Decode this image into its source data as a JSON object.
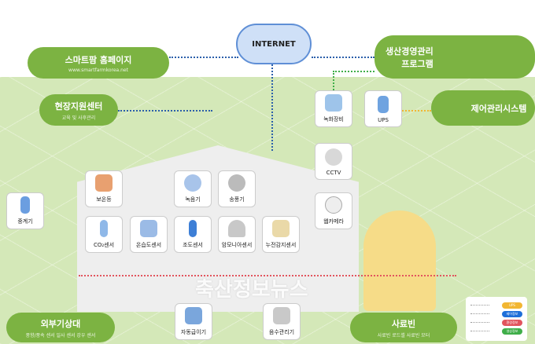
{
  "cloud": {
    "label": "INTERNET"
  },
  "nodes": {
    "homepage": {
      "title": "스마트팜 홈페이지",
      "sub": "www.smartfarmkorea.net"
    },
    "support": {
      "title": "현장지원센터",
      "sub": "교육 및 사후관리"
    },
    "production": {
      "title": "생산경영관리\n프로그램"
    },
    "control": {
      "title": "제어관리시스템"
    },
    "weather": {
      "title": "외부기상대",
      "sub": "풍향/풍속 센서   일사 센서   강우 센서"
    },
    "feedbin": {
      "title": "사료빈",
      "sub": "사료빈 로드셀    사료빈 모터"
    }
  },
  "devices": [
    "보온등",
    "녹음기",
    "송풍기",
    "CO₂센서",
    "온습도센서",
    "조도센서",
    "암모니아센서",
    "누전감지센서",
    "중계기",
    "녹화장비",
    "UPS",
    "CCTV",
    "웹카메라",
    "자동급이기",
    "음수관리기"
  ],
  "legend": [
    {
      "label": "UPS",
      "color": "#f2b632"
    },
    {
      "label": "제어정보",
      "color": "#1e6fd9"
    },
    {
      "label": "환경정보",
      "color": "#e2545e"
    },
    {
      "label": "영상정보",
      "color": "#3fae49"
    }
  ],
  "watermark": "축산정보뉴스"
}
